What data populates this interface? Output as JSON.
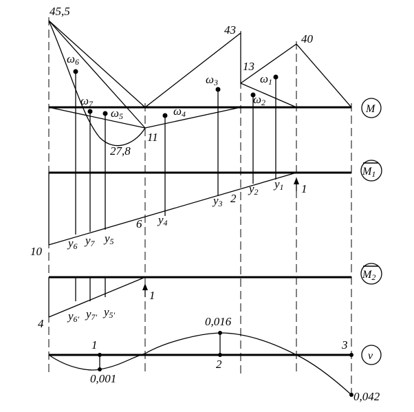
{
  "moment_diagram": {
    "label": "M",
    "values": {
      "left_top": "45,5",
      "mid_top": "43",
      "right_top": "40",
      "step": "13",
      "mid_low": "11",
      "curve_low": "27,8"
    },
    "areas": [
      "ω",
      "ω",
      "ω",
      "ω",
      "ω",
      "ω",
      "ω"
    ],
    "area_indices": [
      "6",
      "7",
      "5",
      "4",
      "3",
      "2",
      "1"
    ]
  },
  "unit_diagram_1": {
    "label": "M",
    "label_index": "1",
    "force": "1",
    "values": {
      "left": "10",
      "mid": "6",
      "right_mid": "2"
    },
    "ordinates": [
      "y",
      "y",
      "y",
      "y",
      "y",
      "y",
      "y"
    ],
    "ordinate_indices": [
      "6",
      "7",
      "5",
      "4",
      "3",
      "2",
      "1"
    ]
  },
  "unit_diagram_2": {
    "label": "M",
    "label_index": "2",
    "force": "1",
    "value_left": "4",
    "ordinates": [
      "y",
      "y",
      "y"
    ],
    "ordinate_indices": [
      "6'",
      "7'",
      "5'"
    ]
  },
  "deflection_diagram": {
    "label": "v",
    "points": [
      "1",
      "2",
      "3"
    ],
    "values": [
      "0,001",
      "0,016",
      "0,042"
    ]
  }
}
